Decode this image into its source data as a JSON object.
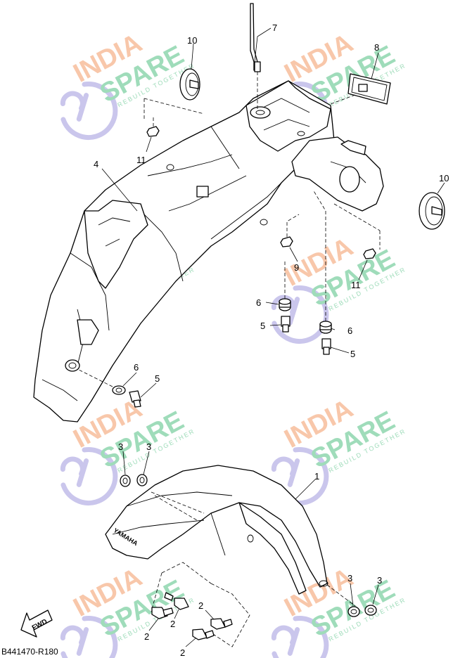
{
  "diagram": {
    "code": "B441470-R180",
    "fwd_label": "FWD",
    "fender_brand": "YAMAHA",
    "callouts": [
      {
        "id": "c7",
        "label": "7"
      },
      {
        "id": "c8",
        "label": "8"
      },
      {
        "id": "c10a",
        "label": "10"
      },
      {
        "id": "c11a",
        "label": "11"
      },
      {
        "id": "c4",
        "label": "4"
      },
      {
        "id": "c10b",
        "label": "10"
      },
      {
        "id": "c9",
        "label": "9"
      },
      {
        "id": "c11b",
        "label": "11"
      },
      {
        "id": "c6a",
        "label": "6"
      },
      {
        "id": "c5a",
        "label": "5"
      },
      {
        "id": "c6b",
        "label": "6"
      },
      {
        "id": "c5b",
        "label": "5"
      },
      {
        "id": "c6c",
        "label": "6"
      },
      {
        "id": "c5c",
        "label": "5"
      },
      {
        "id": "c3a",
        "label": "3"
      },
      {
        "id": "c3b",
        "label": "3"
      },
      {
        "id": "c1",
        "label": "1"
      },
      {
        "id": "c3c",
        "label": "3"
      },
      {
        "id": "c3d",
        "label": "3"
      },
      {
        "id": "c2a",
        "label": "2"
      },
      {
        "id": "c2b",
        "label": "2"
      },
      {
        "id": "c2c",
        "label": "2"
      },
      {
        "id": "c2d",
        "label": "2"
      }
    ]
  },
  "watermark": {
    "line1": "INDIA",
    "line2": "SPARE",
    "tagline": "REBUILD TOGETHER",
    "colors": {
      "india": "#f6b58e",
      "spare": "#7fd0a3",
      "wrench": "#b9b3e6"
    }
  }
}
